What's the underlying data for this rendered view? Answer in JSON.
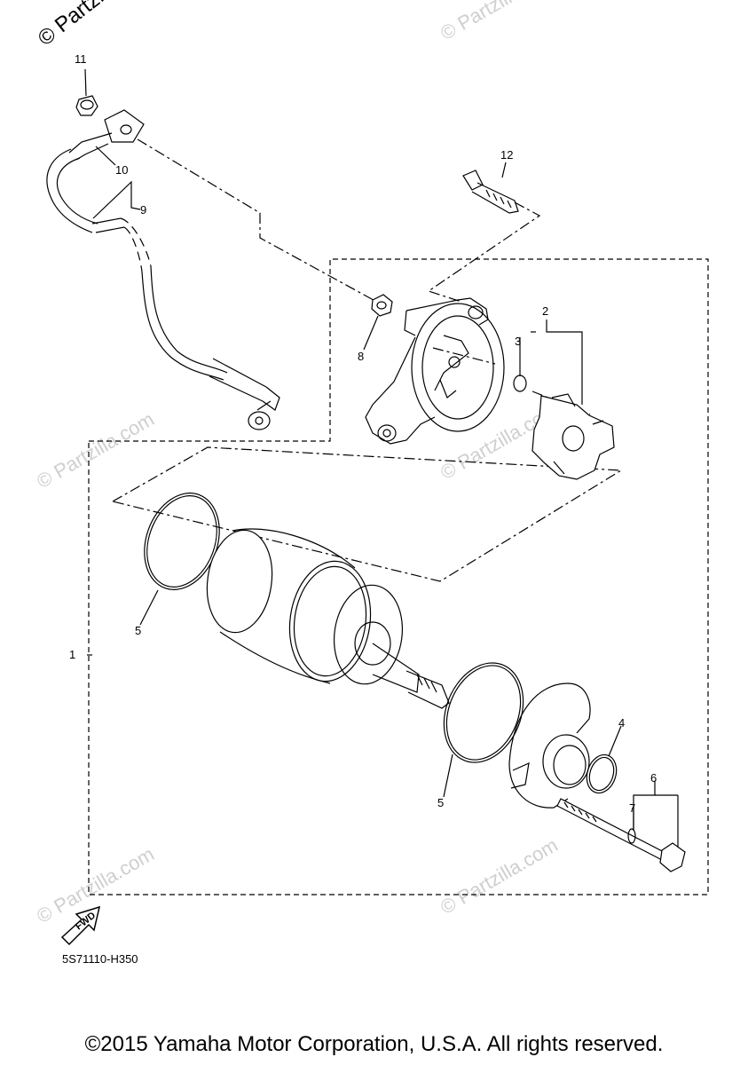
{
  "diagram": {
    "callouts": {
      "c1": "1",
      "c2": "2",
      "c3": "3",
      "c4": "4",
      "c5a": "5",
      "c5b": "5",
      "c6": "6",
      "c7": "7",
      "c8": "8",
      "c9": "9",
      "c10": "10",
      "c11": "11",
      "c12": "12"
    },
    "fwd_label": "FWD",
    "diagram_code": "5S71110-H350"
  },
  "watermarks": {
    "top_left": "© Partzilla.com",
    "repeat": "© Partzilla.com"
  },
  "footer": {
    "copyright": "©2015 Yamaha Motor Corporation, U.S.A. All rights reserved."
  },
  "colors": {
    "line": "#000000",
    "watermark": "#cfcfcf"
  }
}
